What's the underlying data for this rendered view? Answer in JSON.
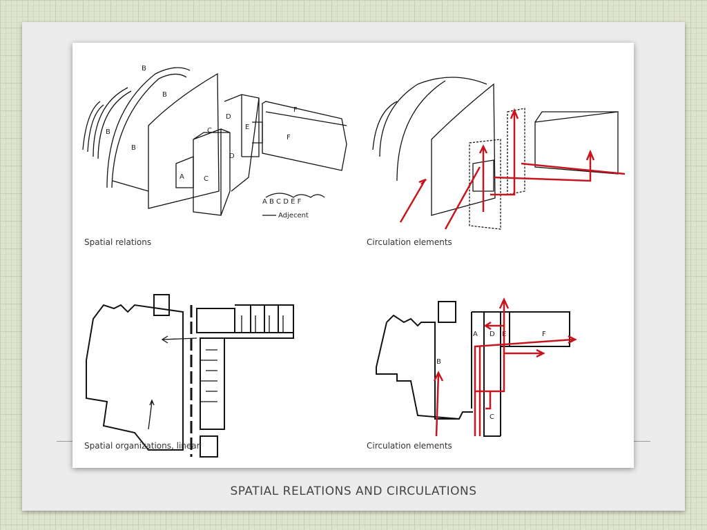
{
  "slide_title": "SPATIAL RELATIONS AND CIRCULATIONS",
  "panels": {
    "top_left": {
      "caption": "Spatial relations",
      "labels": [
        "A",
        "B",
        "C",
        "D",
        "E",
        "F"
      ],
      "legend": "Adjecent"
    },
    "top_right": {
      "caption": "Circulation elements"
    },
    "bottom_left": {
      "caption": "Spatial organizations, linear"
    },
    "bottom_right": {
      "caption": "Circulation elements",
      "labels": [
        "A",
        "B",
        "C",
        "D",
        "E",
        "F"
      ]
    }
  },
  "colors": {
    "arrow": "#c8141e",
    "ink": "#111111"
  }
}
